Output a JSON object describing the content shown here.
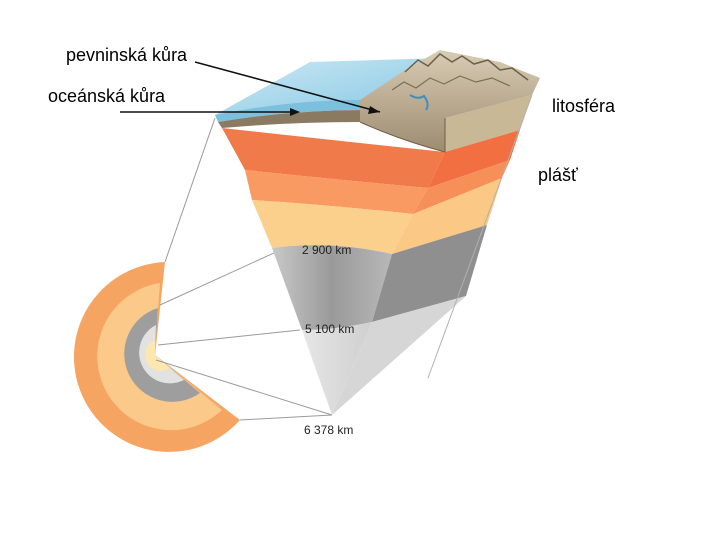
{
  "labels": {
    "continental_crust": "pevninská kůra",
    "oceanic_crust": "oceánská kůra",
    "lithosphere": "litosféra",
    "mantle": "plášť"
  },
  "depths": {
    "mantle_core_boundary": "2 900 km",
    "outer_inner_core_boundary": "5 100 km",
    "earth_center": "6 378 km"
  },
  "colors": {
    "ocean": "#a8d8ec",
    "crust": "#b8a890",
    "mantle_upper": "#f07a4a",
    "mantle_mid": "#f9a870",
    "mantle_lower": "#fbd08e",
    "outer_core": "#a0a0a0",
    "inner_core": "#dcdcdc"
  }
}
